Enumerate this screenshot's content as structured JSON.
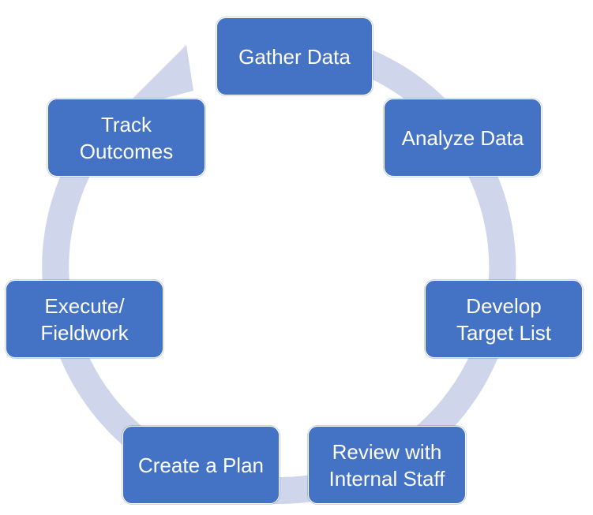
{
  "colors": {
    "box_fill": "#4472c4",
    "ring": "#cfd5ea",
    "text": "#ffffff",
    "background": "#ffffff"
  },
  "steps": [
    {
      "lines": [
        "Gather Data"
      ]
    },
    {
      "lines": [
        "Analyze Data"
      ]
    },
    {
      "lines": [
        "Develop",
        "Target List"
      ]
    },
    {
      "lines": [
        "Review with",
        "Internal Staff"
      ]
    },
    {
      "lines": [
        "Create a Plan"
      ]
    },
    {
      "lines": [
        "Execute/",
        "Fieldwork"
      ]
    },
    {
      "lines": [
        "Track",
        "Outcomes"
      ]
    }
  ]
}
